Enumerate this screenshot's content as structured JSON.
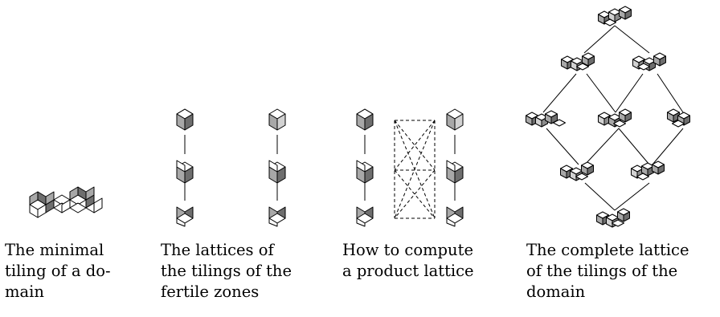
{
  "panels": [
    {
      "caption": [
        "The minimal",
        "tiling of a do-",
        "main"
      ]
    },
    {
      "caption": [
        "The lattices of",
        "the tilings of the",
        "fertile zones"
      ]
    },
    {
      "caption": [
        "How to compute",
        "a product lattice"
      ]
    },
    {
      "caption": [
        "The complete lattice",
        "of the tilings of the",
        "domain"
      ]
    }
  ],
  "colors": {
    "dark": "#6e6e6e",
    "mid": "#a8a8a8",
    "light": "#d2d2d2",
    "white": "#ffffff",
    "stroke": "#000000"
  }
}
